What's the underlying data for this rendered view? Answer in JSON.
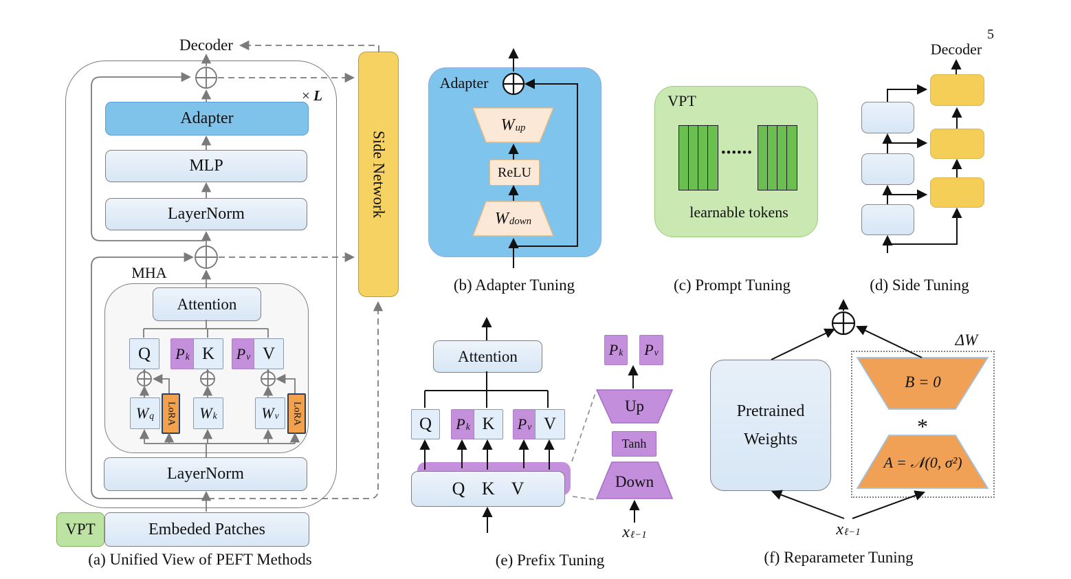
{
  "page": {
    "number": "5"
  },
  "colors": {
    "adapter_blue": "#7fc2ea",
    "panel_blue": "#7ec4ec",
    "light_blue": "#dce9f6",
    "cream": "#fbe8d6",
    "purple": "#c48fdb",
    "lora_orange": "#f2a24d",
    "green_panel": "#cae8b2",
    "green_vpt": "#bce3a2",
    "token_green": "#6bbf50",
    "side_yellow": "#f5d262",
    "side_box_yellow": "#f5ce58",
    "repar_orange": "#f0a155",
    "gray_line": "#7a7a7a",
    "black_line": "#111111"
  },
  "a": {
    "decoder": "Decoder",
    "times": "×",
    "L": "L",
    "adapter": "Adapter",
    "mlp": "MLP",
    "layernorm1": "LayerNorm",
    "mha": "MHA",
    "attention": "Attention",
    "q": "Q",
    "k": "K",
    "v": "V",
    "pk": {
      "base": "P",
      "sub": "k"
    },
    "pv": {
      "base": "P",
      "sub": "v"
    },
    "wq": {
      "base": "W",
      "sub": "q"
    },
    "wk": {
      "base": "W",
      "sub": "k"
    },
    "wv": {
      "base": "W",
      "sub": "v"
    },
    "lora1": "LoRA",
    "lora2": "LoRA",
    "layernorm2": "LayerNorm",
    "vpt": "VPT",
    "embedded": "Embeded Patches",
    "side_network": "Side Network",
    "caption": "(a)  Unified View of PEFT Methods"
  },
  "b": {
    "adapter": "Adapter",
    "wup": {
      "base": "W",
      "sub": "up"
    },
    "relu": "ReLU",
    "wdown": {
      "base": "W",
      "sub": "down"
    },
    "caption": "(b)  Adapter Tuning"
  },
  "c": {
    "vpt": "VPT",
    "dots": "••••••",
    "learnable": "learnable tokens",
    "caption": "(c)  Prompt Tuning"
  },
  "d": {
    "decoder": "Decoder",
    "caption": "(d)  Side Tuning"
  },
  "e": {
    "attention": "Attention",
    "q": "Q",
    "k": "K",
    "v": "V",
    "pk": {
      "base": "P",
      "sub": "k"
    },
    "pv": {
      "base": "P",
      "sub": "v"
    },
    "qkv": "Q K V",
    "pk2": {
      "base": "P",
      "sub": "k"
    },
    "pv2": {
      "base": "P",
      "sub": "v"
    },
    "up": "Up",
    "tanh": "Tanh",
    "down": "Down",
    "x": {
      "base": "x",
      "sub": "ℓ−1"
    },
    "caption": "(e)  Prefix Tuning"
  },
  "f": {
    "pretrained_line1": "Pretrained",
    "pretrained_line2": "Weights",
    "delta_w": "ΔW",
    "b_eq": "B = 0",
    "star": "*",
    "a_eq": "A = 𝒩(0, σ²)",
    "x": {
      "base": "x",
      "sub": "ℓ−1"
    },
    "caption": "(f)  Reparameter Tuning"
  }
}
